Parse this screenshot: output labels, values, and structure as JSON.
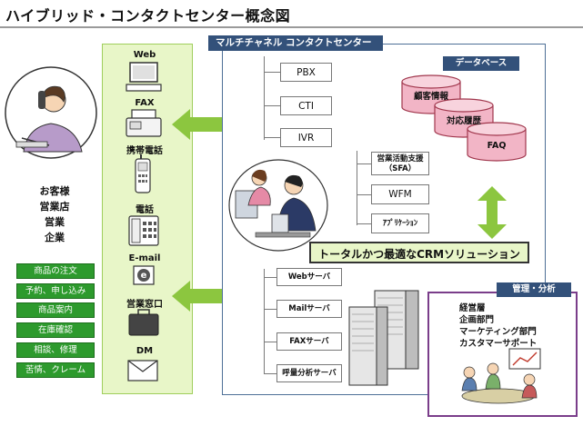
{
  "title": "ハイブリッド・コンタクトセンター概念図",
  "customer": {
    "labels": [
      "お客様",
      "営業店",
      "営業",
      "企業"
    ],
    "devices": [
      "Web",
      "FAX",
      "携帯電話",
      "電話",
      "E-mail",
      "営業窓口",
      "DM"
    ],
    "requests": [
      "商品の注文",
      "予約、申し込み",
      "商品案内",
      "在庫確認",
      "相談、修理",
      "苦情、クレーム"
    ]
  },
  "contact_center": {
    "title": "マルチチャネル コンタクトセンター",
    "systems_top": [
      "PBX",
      "CTI",
      "IVR"
    ],
    "systems_mid": [
      "営業活動支援\n（SFA）",
      "WFM",
      "ｱﾌﾟﾘｹｰｼｮﾝ"
    ],
    "servers": [
      "Webサーバ",
      "Mailサーバ",
      "FAXサーバ",
      "呼量分析サーバ"
    ],
    "crm": "トータルかつ最適なCRMソリューション"
  },
  "database": {
    "title": "データベース",
    "items": [
      "顧客情報",
      "対応履歴",
      "FAQ"
    ]
  },
  "management": {
    "title": "管理・分析",
    "items": [
      "経営層",
      "企画部門",
      "マーケティング部門",
      "カスタマーサポート"
    ]
  },
  "colors": {
    "panel_green": "#e8f6c8",
    "arrow_green": "#8cc63f",
    "navy": "#33517a",
    "db_pink": "#f2b5c6",
    "request_green": "#2d9a2d",
    "mgmt_border": "#7a3d8a"
  }
}
